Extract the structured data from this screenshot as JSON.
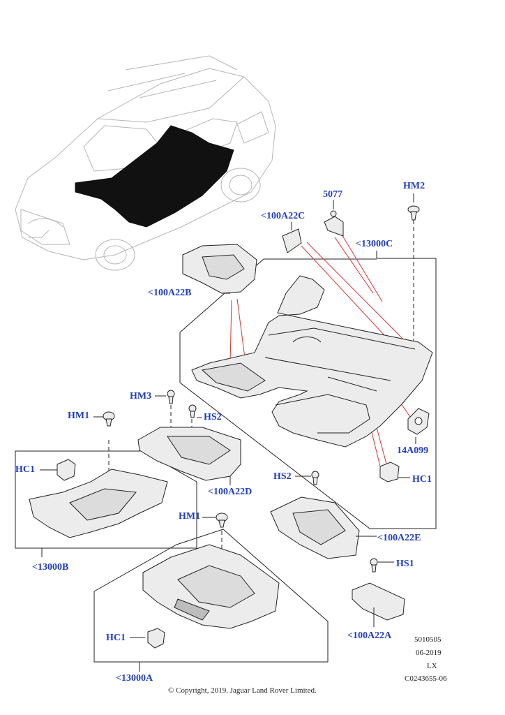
{
  "diagram": {
    "callouts": {
      "c5077": "5077",
      "cHM2": "HM2",
      "c100A22C": "<100A22C",
      "c13000C": "<13000C",
      "c100A22B": "<100A22B",
      "cHM3": "HM3",
      "cHM1a": "HM1",
      "cHS2a": "HS2",
      "cHC1a": "HC1",
      "c100A22D": "<100A22D",
      "c14A099": "14A099",
      "cHC1b": "HC1",
      "cHS2b": "HS2",
      "cHM1b": "HM1",
      "c100A22E": "<100A22E",
      "c13000B": "<13000B",
      "cHS1": "HS1",
      "c100A22A": "<100A22A",
      "cHC1c": "HC1",
      "c13000A": "<13000A"
    },
    "meta": {
      "code1": "5010505",
      "date": "06-2019",
      "model": "LX",
      "ref": "C0243655-06"
    },
    "copyright": "© Copyright, 2019. Jaguar Land Rover Limited.",
    "colors": {
      "callout": "#1f3cc8",
      "leader": "#e03030",
      "line": "#222222",
      "part_fill": "#ececec",
      "carpet_fill": "#111111"
    }
  }
}
